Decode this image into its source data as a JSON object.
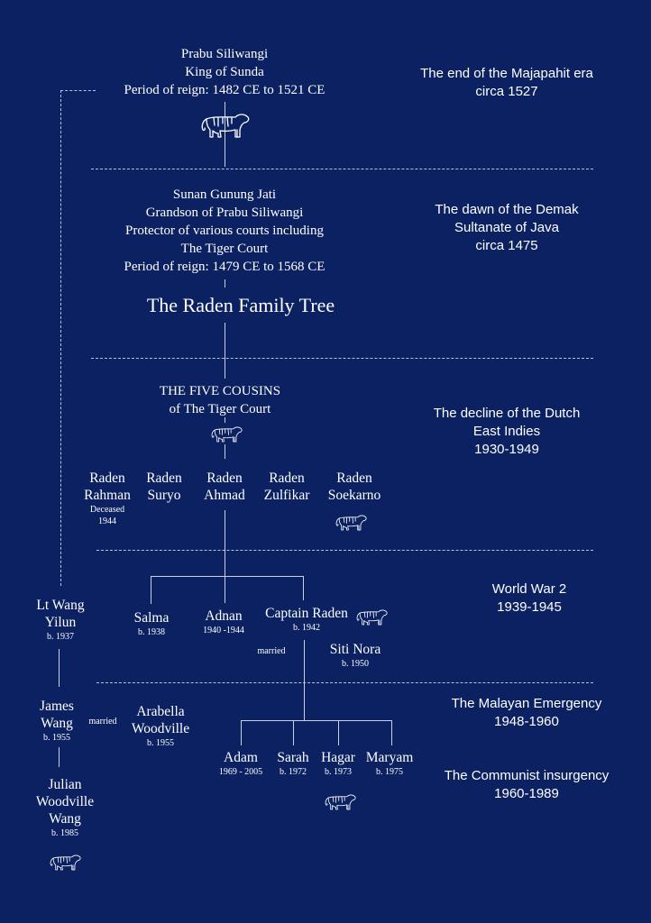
{
  "tree": {
    "title": "The Raden Family Tree",
    "prabu": {
      "lines": [
        "Prabu Siliwangi",
        "King of Sunda",
        "Period of reign: 1482 CE to 1521 CE"
      ]
    },
    "sunan": {
      "lines": [
        "Sunan Gunung Jati",
        "Grandson of Prabu Siliwangi",
        "Protector of various courts including",
        "The Tiger Court",
        "Period of reign: 1479 CE to 1568 CE"
      ]
    },
    "five_cousins": {
      "lines": [
        "THE FIVE COUSINS",
        "of The Tiger Court"
      ]
    },
    "cousins": [
      {
        "first": "Raden",
        "second": "Rahman",
        "note1": "Deceased",
        "note2": "1944"
      },
      {
        "first": "Raden",
        "second": "Suryo"
      },
      {
        "first": "Raden",
        "second": "Ahmad"
      },
      {
        "first": "Raden",
        "second": "Zulfikar"
      },
      {
        "first": "Raden",
        "second": "Soekarno"
      }
    ],
    "children": [
      {
        "name": "Salma",
        "dates": "b. 1938"
      },
      {
        "name": "Adnan",
        "dates": "1940 -1944"
      },
      {
        "name": "Captain Raden",
        "dates": "b. 1942"
      }
    ],
    "married_label": "married",
    "spouse": {
      "name": "Siti Nora",
      "dates": "b. 1950"
    },
    "grandchildren": [
      {
        "name": "Adam",
        "dates": "1969 - 2005"
      },
      {
        "name": "Sarah",
        "dates": "b. 1972"
      },
      {
        "name": "Hagar",
        "dates": "b. 1973"
      },
      {
        "name": "Maryam",
        "dates": "b. 1975"
      }
    ],
    "wang": {
      "lines": [
        "Lt Wang",
        "Yilun"
      ],
      "dates": "b. 1937"
    },
    "james": {
      "lines": [
        "James",
        "Wang"
      ],
      "dates": "b. 1955"
    },
    "arabella": {
      "lines": [
        "Arabella",
        "Woodville"
      ],
      "dates": "b. 1955"
    },
    "julian": {
      "lines": [
        "Julian",
        "Woodville",
        "Wang"
      ],
      "dates": "b. 1985"
    }
  },
  "eras": [
    {
      "lines": [
        "The end of the Majapahit era",
        "circa 1527"
      ]
    },
    {
      "lines": [
        "The dawn of the Demak",
        "Sultanate of Java",
        "circa 1475"
      ]
    },
    {
      "lines": [
        "The decline of the Dutch",
        "East Indies",
        "1930-1949"
      ]
    },
    {
      "lines": [
        "World War 2",
        "1939-1945"
      ]
    },
    {
      "lines": [
        "The Malayan Emergency",
        "1948-1960"
      ]
    },
    {
      "lines": [
        "The Communist insurgency",
        "1960-1989"
      ]
    }
  ],
  "icons": {
    "tiger": "tiger-icon"
  },
  "colors": {
    "background": "#0b2161",
    "ink": "#ffffff"
  }
}
